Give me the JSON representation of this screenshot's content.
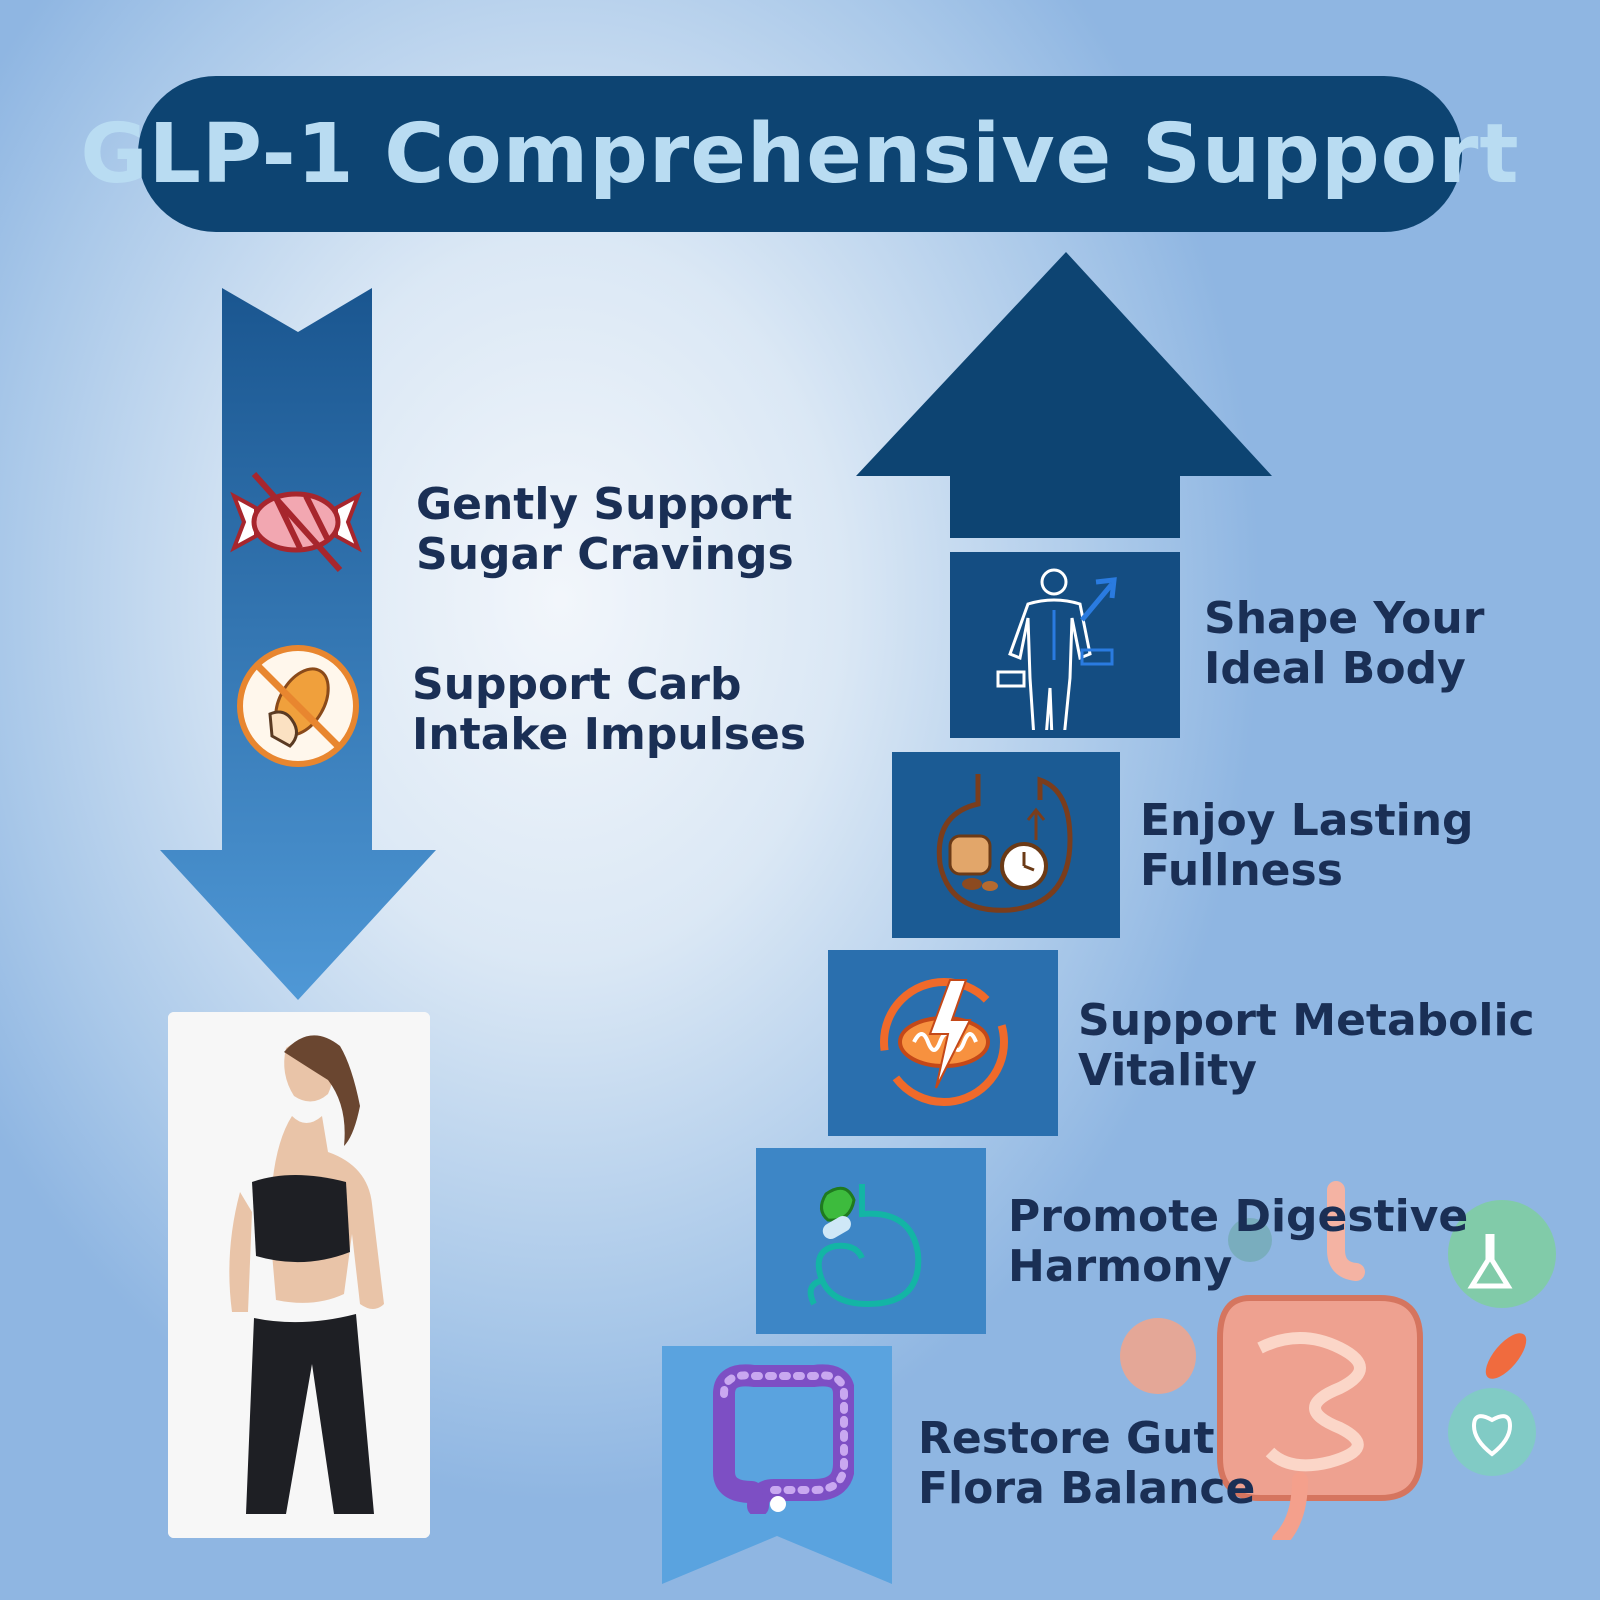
{
  "title": "GLP-1 Comprehensive Support",
  "left_items": [
    {
      "line1": "Gently Support",
      "line2": "Sugar Cravings",
      "icon": "no-candy-icon"
    },
    {
      "line1": "Support Carb",
      "line2": "Intake Impulses",
      "icon": "no-bread-icon"
    }
  ],
  "right_items": [
    {
      "line1": "Shape Your",
      "line2": "Ideal Body",
      "icon": "muscle-body-icon"
    },
    {
      "line1": "Enjoy Lasting",
      "line2": "Fullness",
      "icon": "stomach-clock-icon"
    },
    {
      "line1": "Support Metabolic",
      "line2": "Vitality",
      "icon": "metabolism-icon"
    },
    {
      "line1": "Promote Digestive",
      "line2": "Harmony",
      "icon": "digestive-swirl-icon"
    },
    {
      "line1": "Restore Gut",
      "line2": "Flora Balance",
      "icon": "intestine-icon"
    }
  ],
  "colors": {
    "title_bg": "#0d4472",
    "title_text": "#b9dcf2",
    "label_text": "#1a2f55",
    "arrow_dark": "#0d4472",
    "arrow_mid": "#2a6fae",
    "arrow_light": "#5aa3df"
  },
  "photo": "woman-fitness-photo",
  "decor": "intestine-illustration"
}
